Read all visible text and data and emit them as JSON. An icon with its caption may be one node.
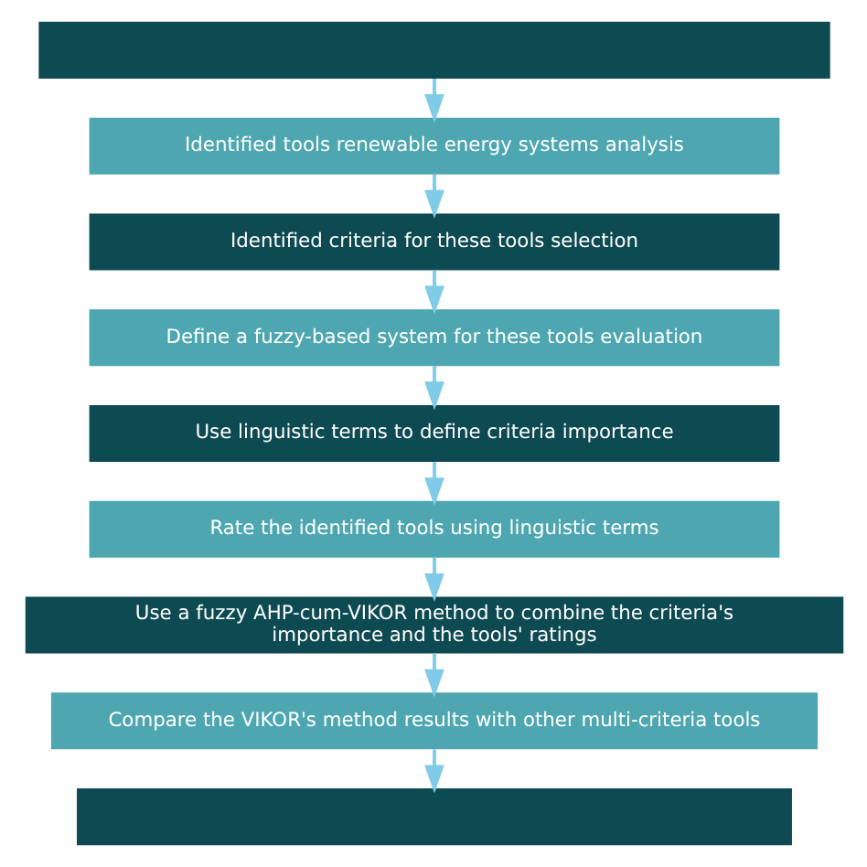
{
  "diagram": {
    "nodes": [
      {
        "text": [],
        "shape": "box"
      },
      {
        "text": [
          "Identified tools renewable energy systems analysis"
        ]
      },
      {
        "text": [
          "Identified criteria for these tools selection"
        ]
      },
      {
        "text": [
          "Define a fuzzy-based system for these tools evaluation"
        ]
      },
      {
        "text": [
          "Use linguistic terms to define criteria importance"
        ]
      },
      {
        "text": [
          "Rate the identified tools using linguistic terms"
        ]
      },
      {
        "text": [
          "Use a fuzzy AHP-cum-VIKOR method to combine the criteria's importance and the tools' ratings"
        ]
      },
      {
        "text": [
          "Compare the VIKOR's method results with other multi-criteria tools"
        ]
      },
      {
        "text": [],
        "shape": "box"
      }
    ],
    "edges": [
      {
        "from": 0,
        "to": 1,
        "arrow": "to"
      },
      {
        "from": 1,
        "to": 2,
        "arrow": "to"
      },
      {
        "from": 2,
        "to": 3,
        "arrow": "to"
      },
      {
        "from": 3,
        "to": 4,
        "arrow": "to"
      },
      {
        "from": 4,
        "to": 5,
        "arrow": "to"
      },
      {
        "from": 5,
        "to": 6,
        "arrow": "to"
      },
      {
        "from": 6,
        "to": 7,
        "arrow": "to"
      },
      {
        "from": 7,
        "to": 8,
        "arrow": "to"
      }
    ]
  }
}
